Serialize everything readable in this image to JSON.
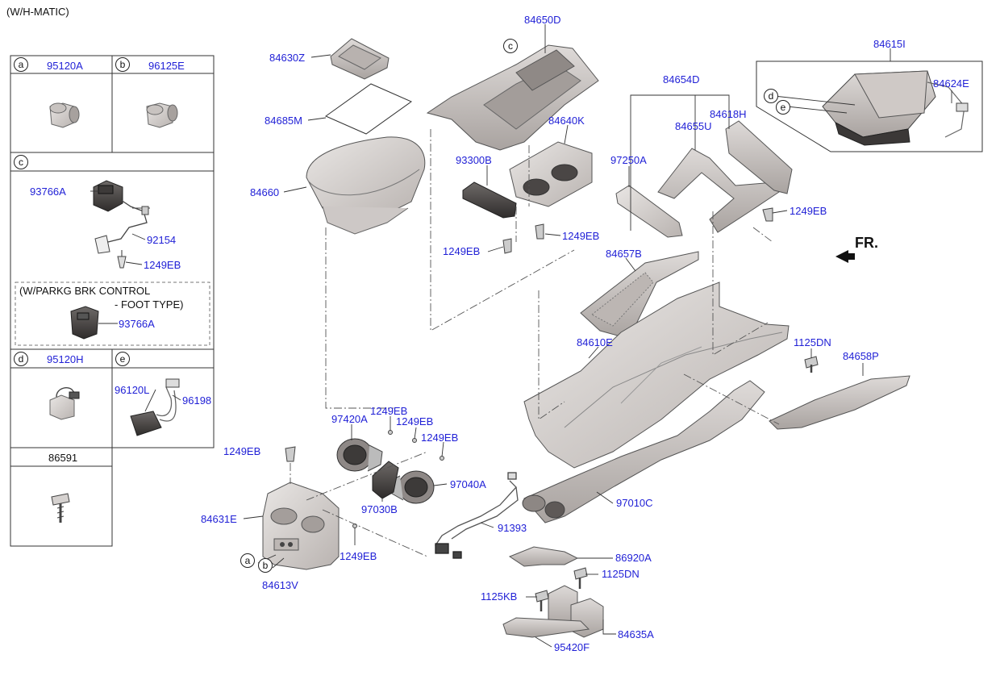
{
  "variant_note": "(W/H-MATIC)",
  "front_marker": "FR.",
  "colors": {
    "label": "#1f1fd6",
    "line": "#333333",
    "part_fill": "#d7d3d1",
    "part_stroke": "#6a6563"
  },
  "legend": {
    "cell_a": {
      "letter": "a",
      "part": "95120A"
    },
    "cell_b": {
      "letter": "b",
      "part": "96125E"
    },
    "cell_c": {
      "letter": "c",
      "parts": [
        "93766A",
        "92154",
        "1249EB"
      ]
    },
    "parkbrake": {
      "line1": "(W/PARKG BRK CONTROL",
      "line2": "- FOOT TYPE)",
      "part": "93766A"
    },
    "cell_d": {
      "letter": "d",
      "part": "95120H"
    },
    "cell_e": {
      "letter": "e",
      "parts": [
        "96120L",
        "96198"
      ]
    },
    "cell_screw": {
      "part": "86591"
    }
  },
  "callouts": {
    "p84630Z": "84630Z",
    "p84685M": "84685M",
    "p84660": "84660",
    "p84650D": "84650D",
    "p84640K": "84640K",
    "p93300B": "93300B",
    "p1249EB_a": "1249EB",
    "p1249EB_b": "1249EB",
    "p84654D": "84654D",
    "p84618H": "84618H",
    "p84655U": "84655U",
    "p97250A": "97250A",
    "p1249EB_c": "1249EB",
    "p84615I": "84615I",
    "p84624E": "84624E",
    "p84657B": "84657B",
    "p84610E": "84610E",
    "p1125DN_a": "1125DN",
    "p84658P": "84658P",
    "p97420A": "97420A",
    "p1249EB_d": "1249EB",
    "p1249EB_e": "1249EB",
    "p1249EB_f": "1249EB",
    "p1249EB_g": "1249EB",
    "p97040A": "97040A",
    "p97030B": "97030B",
    "p84631E": "84631E",
    "p1249EB_h": "1249EB",
    "p84613V": "84613V",
    "p91393": "91393",
    "p97010C": "97010C",
    "p86920A": "86920A",
    "p1125DN_b": "1125DN",
    "p1125KB": "1125KB",
    "p84635A": "84635A",
    "p95420F": "95420F"
  },
  "markers": {
    "a": "a",
    "b": "b",
    "c": "c",
    "d": "d",
    "e": "e"
  }
}
